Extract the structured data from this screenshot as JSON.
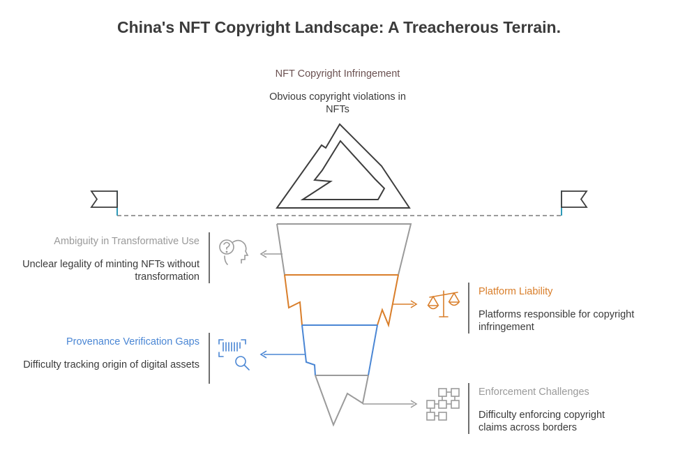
{
  "title": "China's NFT Copyright Landscape: A Treacherous Terrain.",
  "top": {
    "heading": "NFT Copyright Infringement",
    "desc": "Obvious copyright violations in NFTs",
    "color": "#6a5050"
  },
  "layers": [
    {
      "heading": "Ambiguity in Transformative Use",
      "desc": "Unclear legality of minting NFTs without transformation",
      "side": "left",
      "color": "#9a9a9a",
      "icon": "question-head-icon"
    },
    {
      "heading": "Platform Liability",
      "desc": "Platforms responsible for copyright infringement",
      "side": "right",
      "color": "#d97e2a",
      "icon": "scales-icon"
    },
    {
      "heading": "Provenance Verification Gaps",
      "desc": "Difficulty tracking origin of digital assets",
      "side": "left",
      "color": "#4a86d4",
      "icon": "barcode-search-icon"
    },
    {
      "heading": "Enforcement Challenges",
      "desc": "Difficulty enforcing copyright claims across borders",
      "side": "right",
      "color": "#9a9a9a",
      "icon": "blocks-network-icon"
    }
  ],
  "colors": {
    "line": "#3d3d3d",
    "waterline": "#7a7a7a",
    "flag_pole": "#2f9ab8"
  }
}
